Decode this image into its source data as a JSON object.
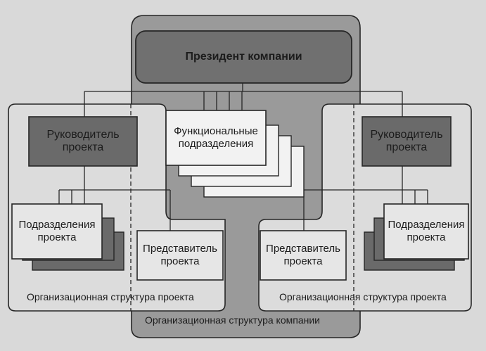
{
  "nodes": {
    "president": "Президент компании",
    "functional_units": "Функциональные\nподразделения",
    "manager_left": "Руководитель\nпроекта",
    "manager_right": "Руководитель\nпроекта",
    "units_left": "Подразделения\nпроекта",
    "units_right": "Подразделения\nпроекта",
    "rep_left": "Представитель\nпроекта",
    "rep_right": "Представитель\nпроекта"
  },
  "captions": {
    "project_structure_left": "Организационная структура проекта",
    "project_structure_right": "Организационная структура проекта",
    "company_structure": "Организационная структура компании"
  },
  "colors": {
    "page": "#d9d9d9",
    "company_band": "#9a9a9a",
    "project_zone": "#dcdcdc",
    "dark_box": "#6a6a6a",
    "light_box": "#f2f2f2",
    "line": "#262626"
  }
}
